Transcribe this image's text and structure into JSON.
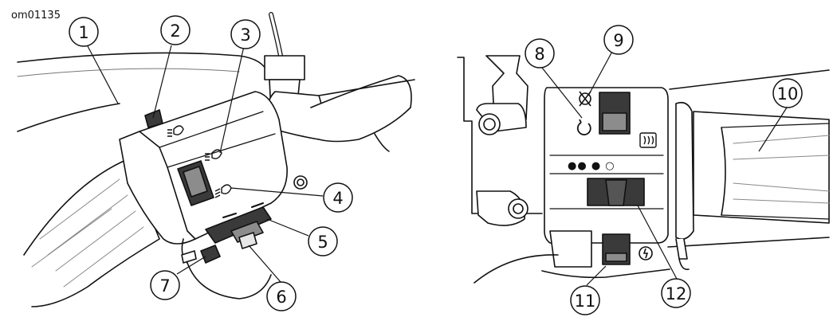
{
  "figure_id": "om01135",
  "callouts": [
    "1",
    "2",
    "3",
    "4",
    "5",
    "6",
    "7",
    "8",
    "9",
    "10",
    "11",
    "12"
  ],
  "colors": {
    "line": "#111111",
    "dark_fill": "#3a3a3a",
    "mid_fill": "#8c8c8c",
    "light_fill": "#e6e6e6"
  },
  "icons": [
    "dipped-beam-icon",
    "main-beam-icon",
    "ignition-off-icon",
    "ignition-on-icon",
    "heated-grip-icon",
    "starter-icon"
  ],
  "heated_grip_indicator": "●● ● ○"
}
